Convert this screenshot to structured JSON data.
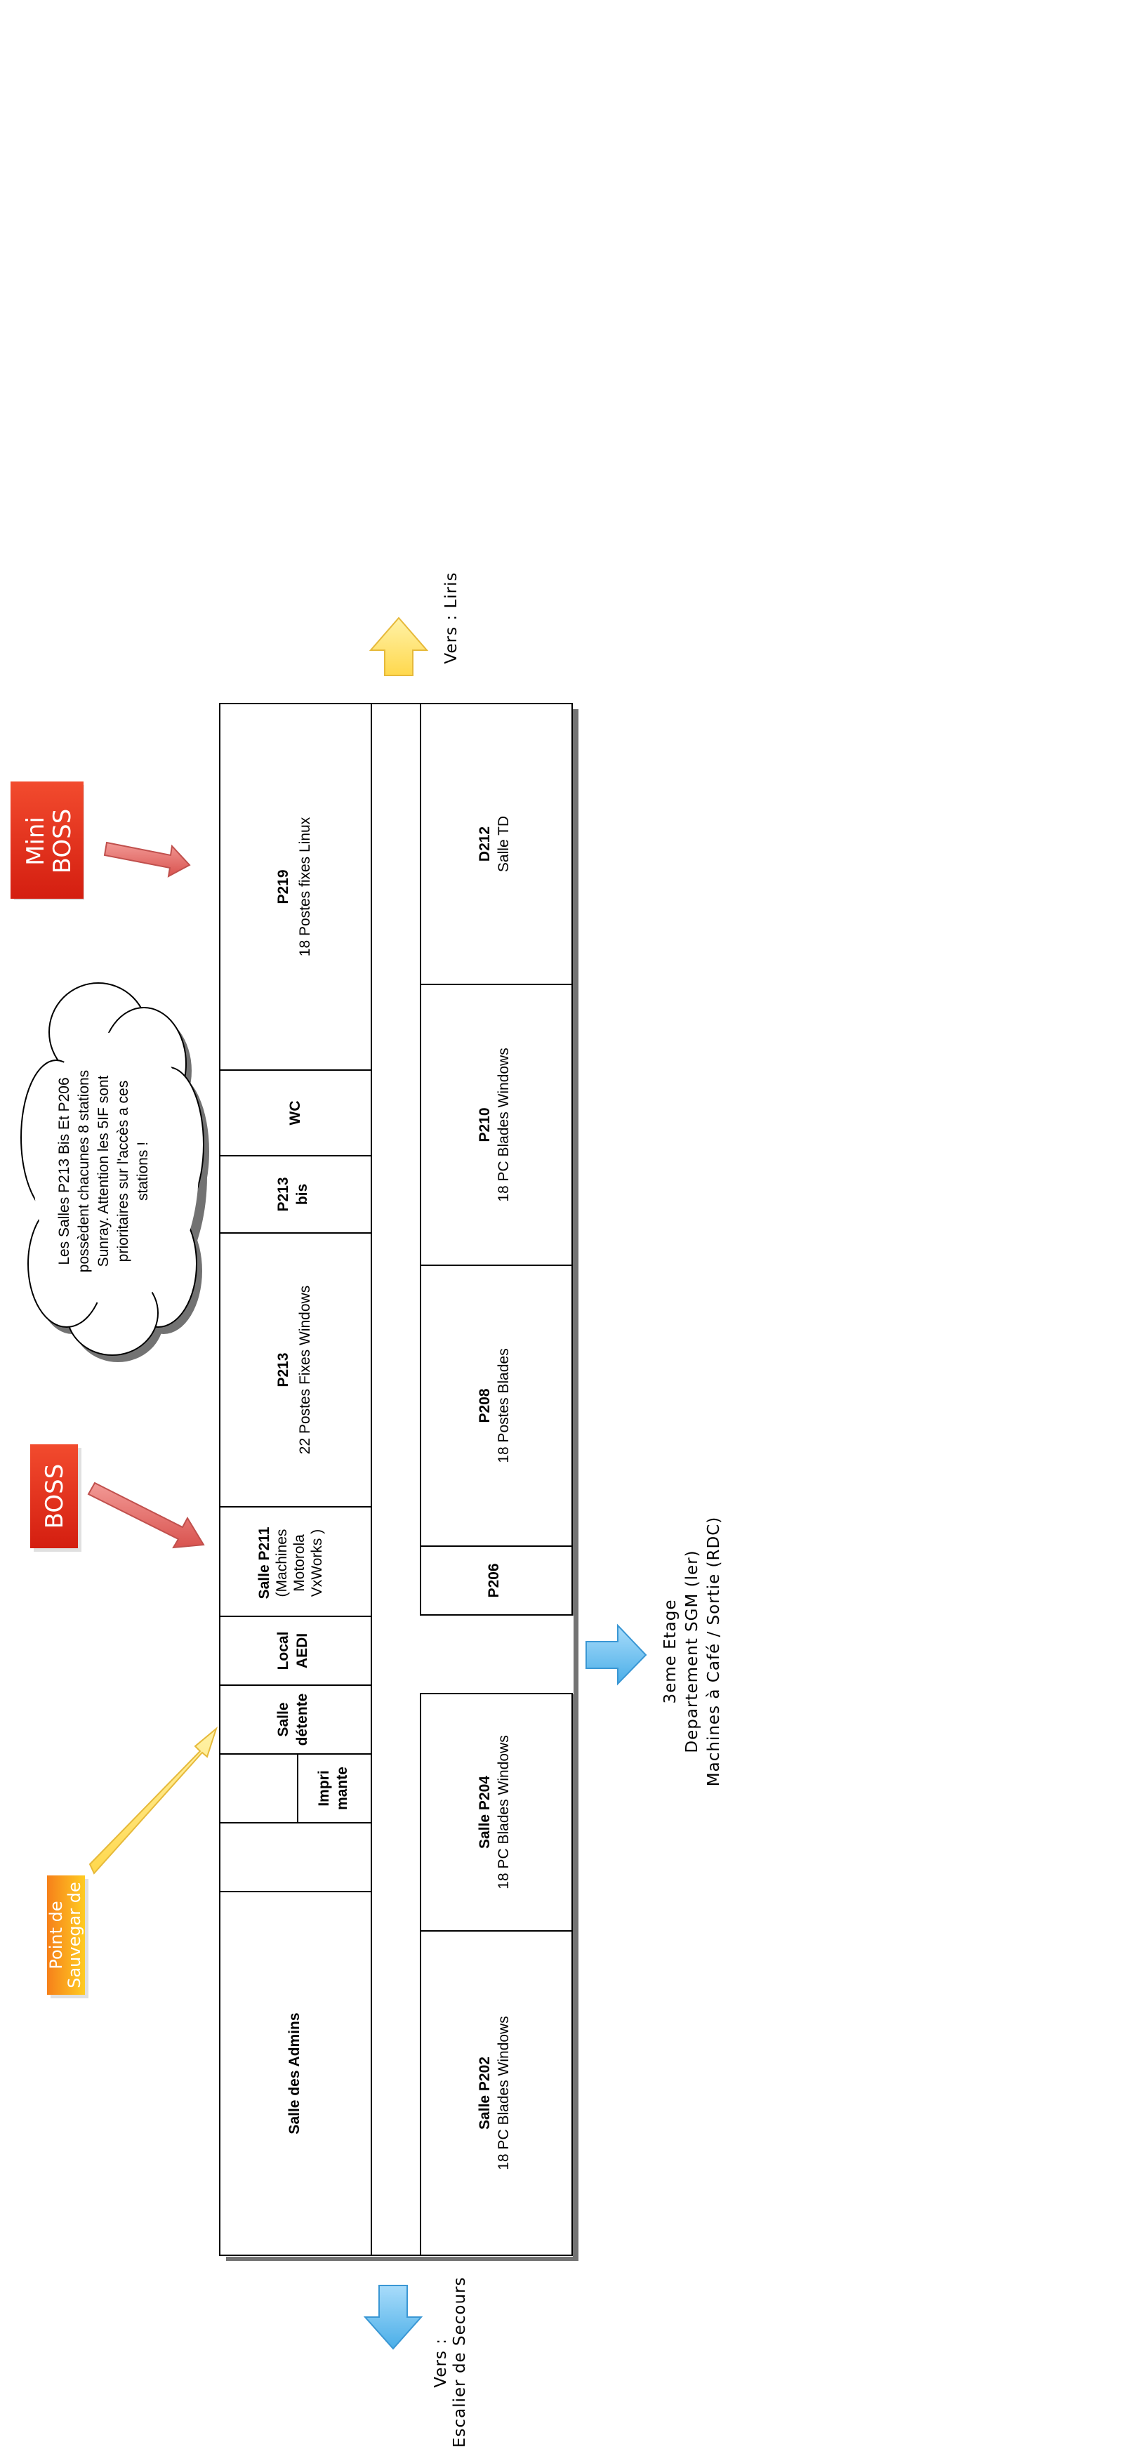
{
  "badges": {
    "mini_boss_line1": "Mini",
    "mini_boss_line2": "BOSS",
    "boss": "BOSS",
    "point_line1": "Point de",
    "point_line2": "Sauvegar de"
  },
  "cloud": {
    "lines": [
      "Les Salles P213 Bis Et P206",
      "possèdent chacunes 8 stations",
      "Sunray. Attention les 5IF sont",
      "prioritaires sur l'accès a ces",
      "stations !"
    ]
  },
  "directions": {
    "liris": "Vers : Liris",
    "secours_line1": "Vers :",
    "secours_line2": "Escalier de Secours",
    "etage_line1": "3eme Etage",
    "etage_line2": "Departement SGM (ler)",
    "etage_line3": "Machines à Café / Sortie (RDC)"
  },
  "rooms": {
    "p219": {
      "title": "P219",
      "sub": "18 Postes fixes Linux"
    },
    "wc": {
      "title": "WC"
    },
    "p213bis": {
      "line1": "P213",
      "line2": "bis"
    },
    "p213": {
      "title": "P213",
      "sub": "22 Postes Fixes Windows"
    },
    "p211": {
      "title": "Salle P211",
      "l1": "(Machines",
      "l2": "Motorola",
      "l3": "VxWorks )"
    },
    "aedi": {
      "line1": "Local",
      "line2": "AEDI"
    },
    "detente": {
      "line1": "Salle",
      "line2": "détente"
    },
    "imprimante": {
      "line1": "Impri",
      "line2": "mante"
    },
    "admins": {
      "title": "Salle des Admins"
    },
    "d212": {
      "title": "D212",
      "sub": "Salle TD"
    },
    "p210": {
      "title": "P210",
      "sub": "18 PC Blades Windows"
    },
    "p208": {
      "title": "P208",
      "sub": "18 Postes Blades"
    },
    "p206": {
      "title": "P206"
    },
    "p204": {
      "title": "Salle P204",
      "sub": "18 PC Blades Windows"
    },
    "p202": {
      "title": "Salle P202",
      "sub": "18 PC Blades Windows"
    }
  },
  "colors": {
    "boss_red": "#e8321c",
    "point_orange": "#f99a14",
    "arrow_red": "#e06666",
    "arrow_yellow": "#ffe37a",
    "arrow_blue": "#6fc1f2"
  }
}
